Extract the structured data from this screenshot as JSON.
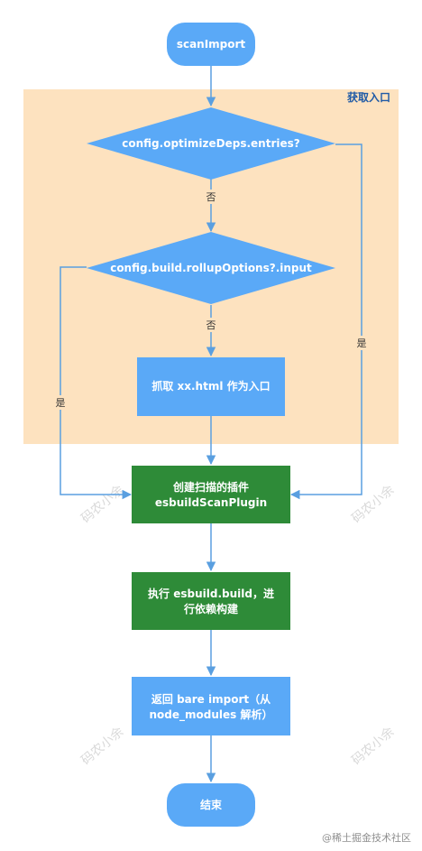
{
  "group": {
    "title": "获取入口"
  },
  "nodes": {
    "start": "scanImport",
    "check_entries": "config.optimizeDeps.entries?",
    "check_input": "config.build.rollupOptions?.input",
    "html_entry": "抓取 xx.html 作为入口",
    "create_plugin": [
      "创建扫描的插件",
      "esbuildScanPlugin"
    ],
    "run_build": [
      "执行 esbuild.build，进",
      "行依赖构建"
    ],
    "return_import": [
      "返回 bare import（从",
      "node_modules 解析）"
    ],
    "end": "结束"
  },
  "edge_labels": {
    "no1": "否",
    "no2": "否",
    "yes_right": "是",
    "yes_left": "是"
  },
  "watermark": "码农小余",
  "footer": "@稀土掘金技术社区",
  "colors": {
    "blue_node": "#5aa9f7",
    "green_node": "#2e8b38",
    "group_bg": "#fde2bf",
    "connector": "#5a9fe0"
  }
}
